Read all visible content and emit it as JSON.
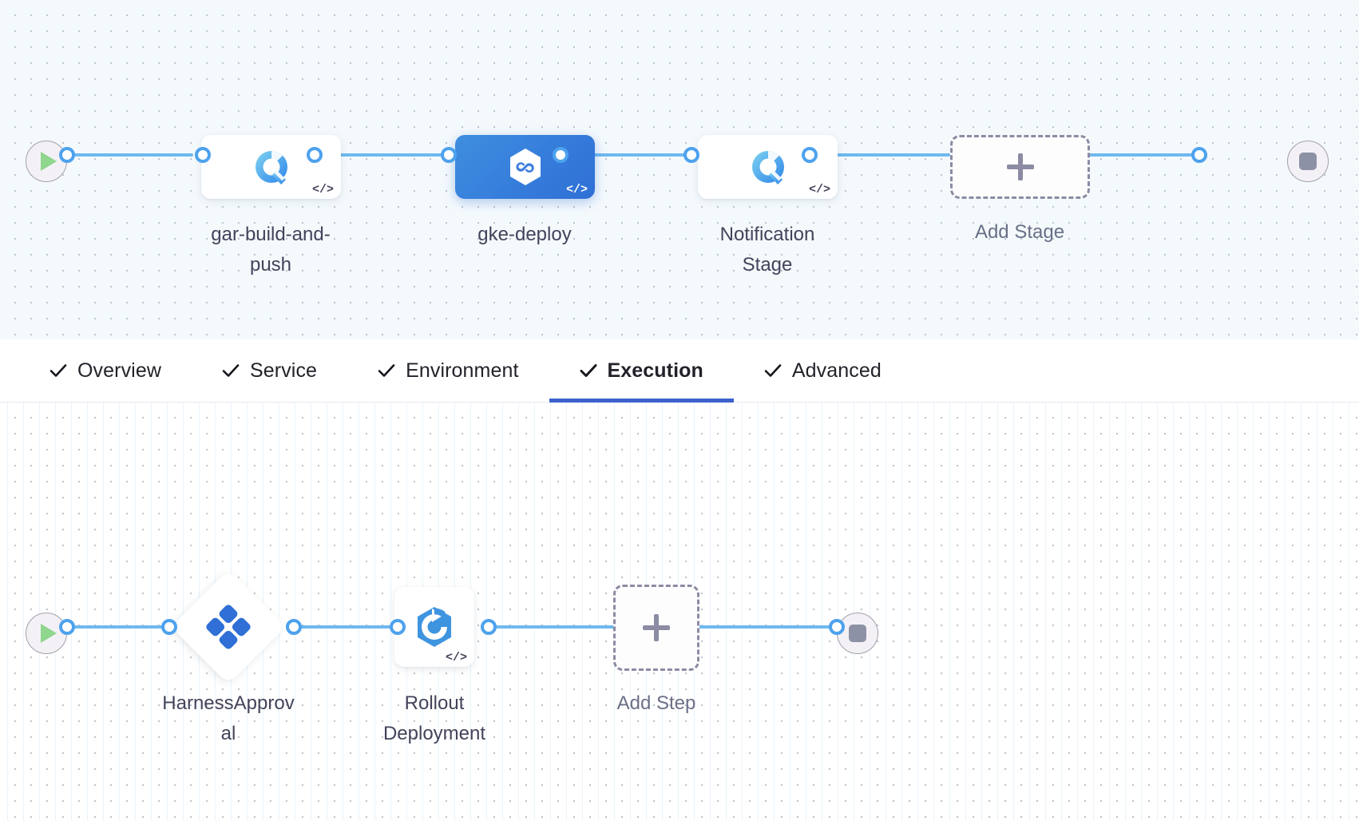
{
  "theme": {
    "canvas_top_bg": "#f4f9fc",
    "canvas_bottom_bg": "#ffffff",
    "edge_color": "#6fb9ef",
    "port_color": "#4da2ee",
    "selected_node_gradient_from": "#3e8ee0",
    "selected_node_gradient_to": "#2f6fd6",
    "active_tab_underline": "#3c62cd",
    "dot_grid_color": "#b9c3ce",
    "text_color": "#43435a",
    "dashed_border_color": "#8b8ca3",
    "start_icon_color": "#8fd68f",
    "stop_icon_color": "#8d91a6"
  },
  "stage_graph": {
    "start_node": {
      "name": "pipeline-start",
      "icon": "play-icon"
    },
    "end_node": {
      "name": "pipeline-end",
      "icon": "stop-icon"
    },
    "stages": [
      {
        "id": "gar-build-and-push",
        "label": "gar-build-and-\npush",
        "icon": "deployment-stage-icon",
        "selected": false,
        "has_code_badge": true,
        "code_badge": "</>"
      },
      {
        "id": "gke-deploy",
        "label": "gke-deploy",
        "icon": "harness-hexagon-infinity-icon",
        "selected": true,
        "has_code_badge": true,
        "code_badge": "</>"
      },
      {
        "id": "notification-stage",
        "label": "Notification\nStage",
        "icon": "deployment-stage-icon",
        "selected": false,
        "has_code_badge": true,
        "code_badge": "</>"
      }
    ],
    "add_stage": {
      "id": "add-stage",
      "label": "Add Stage",
      "icon": "plus-icon"
    }
  },
  "tabs": {
    "items": [
      {
        "id": "overview",
        "label": "Overview",
        "checked": true,
        "active": false
      },
      {
        "id": "service",
        "label": "Service",
        "checked": true,
        "active": false
      },
      {
        "id": "environment",
        "label": "Environment",
        "checked": true,
        "active": false
      },
      {
        "id": "execution",
        "label": "Execution",
        "checked": true,
        "active": true
      },
      {
        "id": "advanced",
        "label": "Advanced",
        "checked": true,
        "active": false
      }
    ]
  },
  "step_graph": {
    "start_node": {
      "name": "execution-start",
      "icon": "play-icon"
    },
    "end_node": {
      "name": "execution-end",
      "icon": "stop-icon"
    },
    "steps": [
      {
        "id": "harness-approval",
        "label": "HarnessApprov\nal",
        "icon": "harness-approval-icon",
        "shape": "diamond",
        "has_code_badge": false,
        "code_badge": ""
      },
      {
        "id": "rollout-deployment",
        "label": "Rollout\nDeployment",
        "icon": "k8s-rollout-icon",
        "shape": "square",
        "has_code_badge": true,
        "code_badge": "</>"
      }
    ],
    "add_step": {
      "id": "add-step",
      "label": "Add Step",
      "icon": "plus-icon"
    }
  }
}
